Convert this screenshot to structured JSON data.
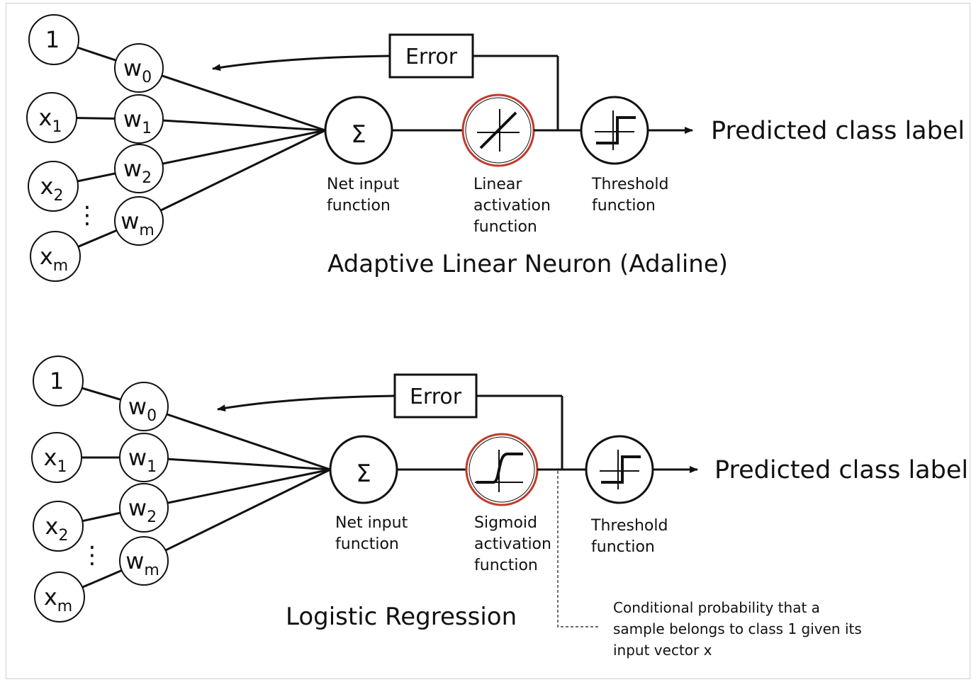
{
  "diagrams": [
    {
      "title": "Adaptive Linear Neuron (Adaline)",
      "inputs": [
        {
          "main": "1",
          "sub": ""
        },
        {
          "main": "x",
          "sub": "1"
        },
        {
          "main": "x",
          "sub": "2"
        },
        {
          "main": "x",
          "sub": "m"
        }
      ],
      "weights": [
        {
          "main": "w",
          "sub": "0"
        },
        {
          "main": "w",
          "sub": "1"
        },
        {
          "main": "w",
          "sub": "2"
        },
        {
          "main": "w",
          "sub": "m"
        }
      ],
      "ellipsis": "⋮",
      "error_label": "Error",
      "net_input_symbol": "Σ",
      "net_input_label": [
        "Net input",
        "function"
      ],
      "activation_kind": "linear",
      "activation_label": [
        "Linear",
        "activation",
        "function"
      ],
      "threshold_label": [
        "Threshold",
        "function"
      ],
      "output_label": "Predicted class label"
    },
    {
      "title": "Logistic Regression",
      "inputs": [
        {
          "main": "1",
          "sub": ""
        },
        {
          "main": "x",
          "sub": "1"
        },
        {
          "main": "x",
          "sub": "2"
        },
        {
          "main": "x",
          "sub": "m"
        }
      ],
      "weights": [
        {
          "main": "w",
          "sub": "0"
        },
        {
          "main": "w",
          "sub": "1"
        },
        {
          "main": "w",
          "sub": "2"
        },
        {
          "main": "w",
          "sub": "m"
        }
      ],
      "ellipsis": "⋮",
      "error_label": "Error",
      "net_input_symbol": "Σ",
      "net_input_label": [
        "Net input",
        "function"
      ],
      "activation_kind": "sigmoid",
      "activation_label": [
        "Sigmoid",
        "activation",
        "function"
      ],
      "threshold_label": [
        "Threshold",
        "function"
      ],
      "output_label": "Predicted class label",
      "note": [
        "Conditional probability that a",
        "sample belongs to class 1 given its",
        "input vector x"
      ]
    }
  ],
  "colors": {
    "stroke": "#111111",
    "activation_ring": "#c0392b",
    "background": "#ffffff"
  }
}
